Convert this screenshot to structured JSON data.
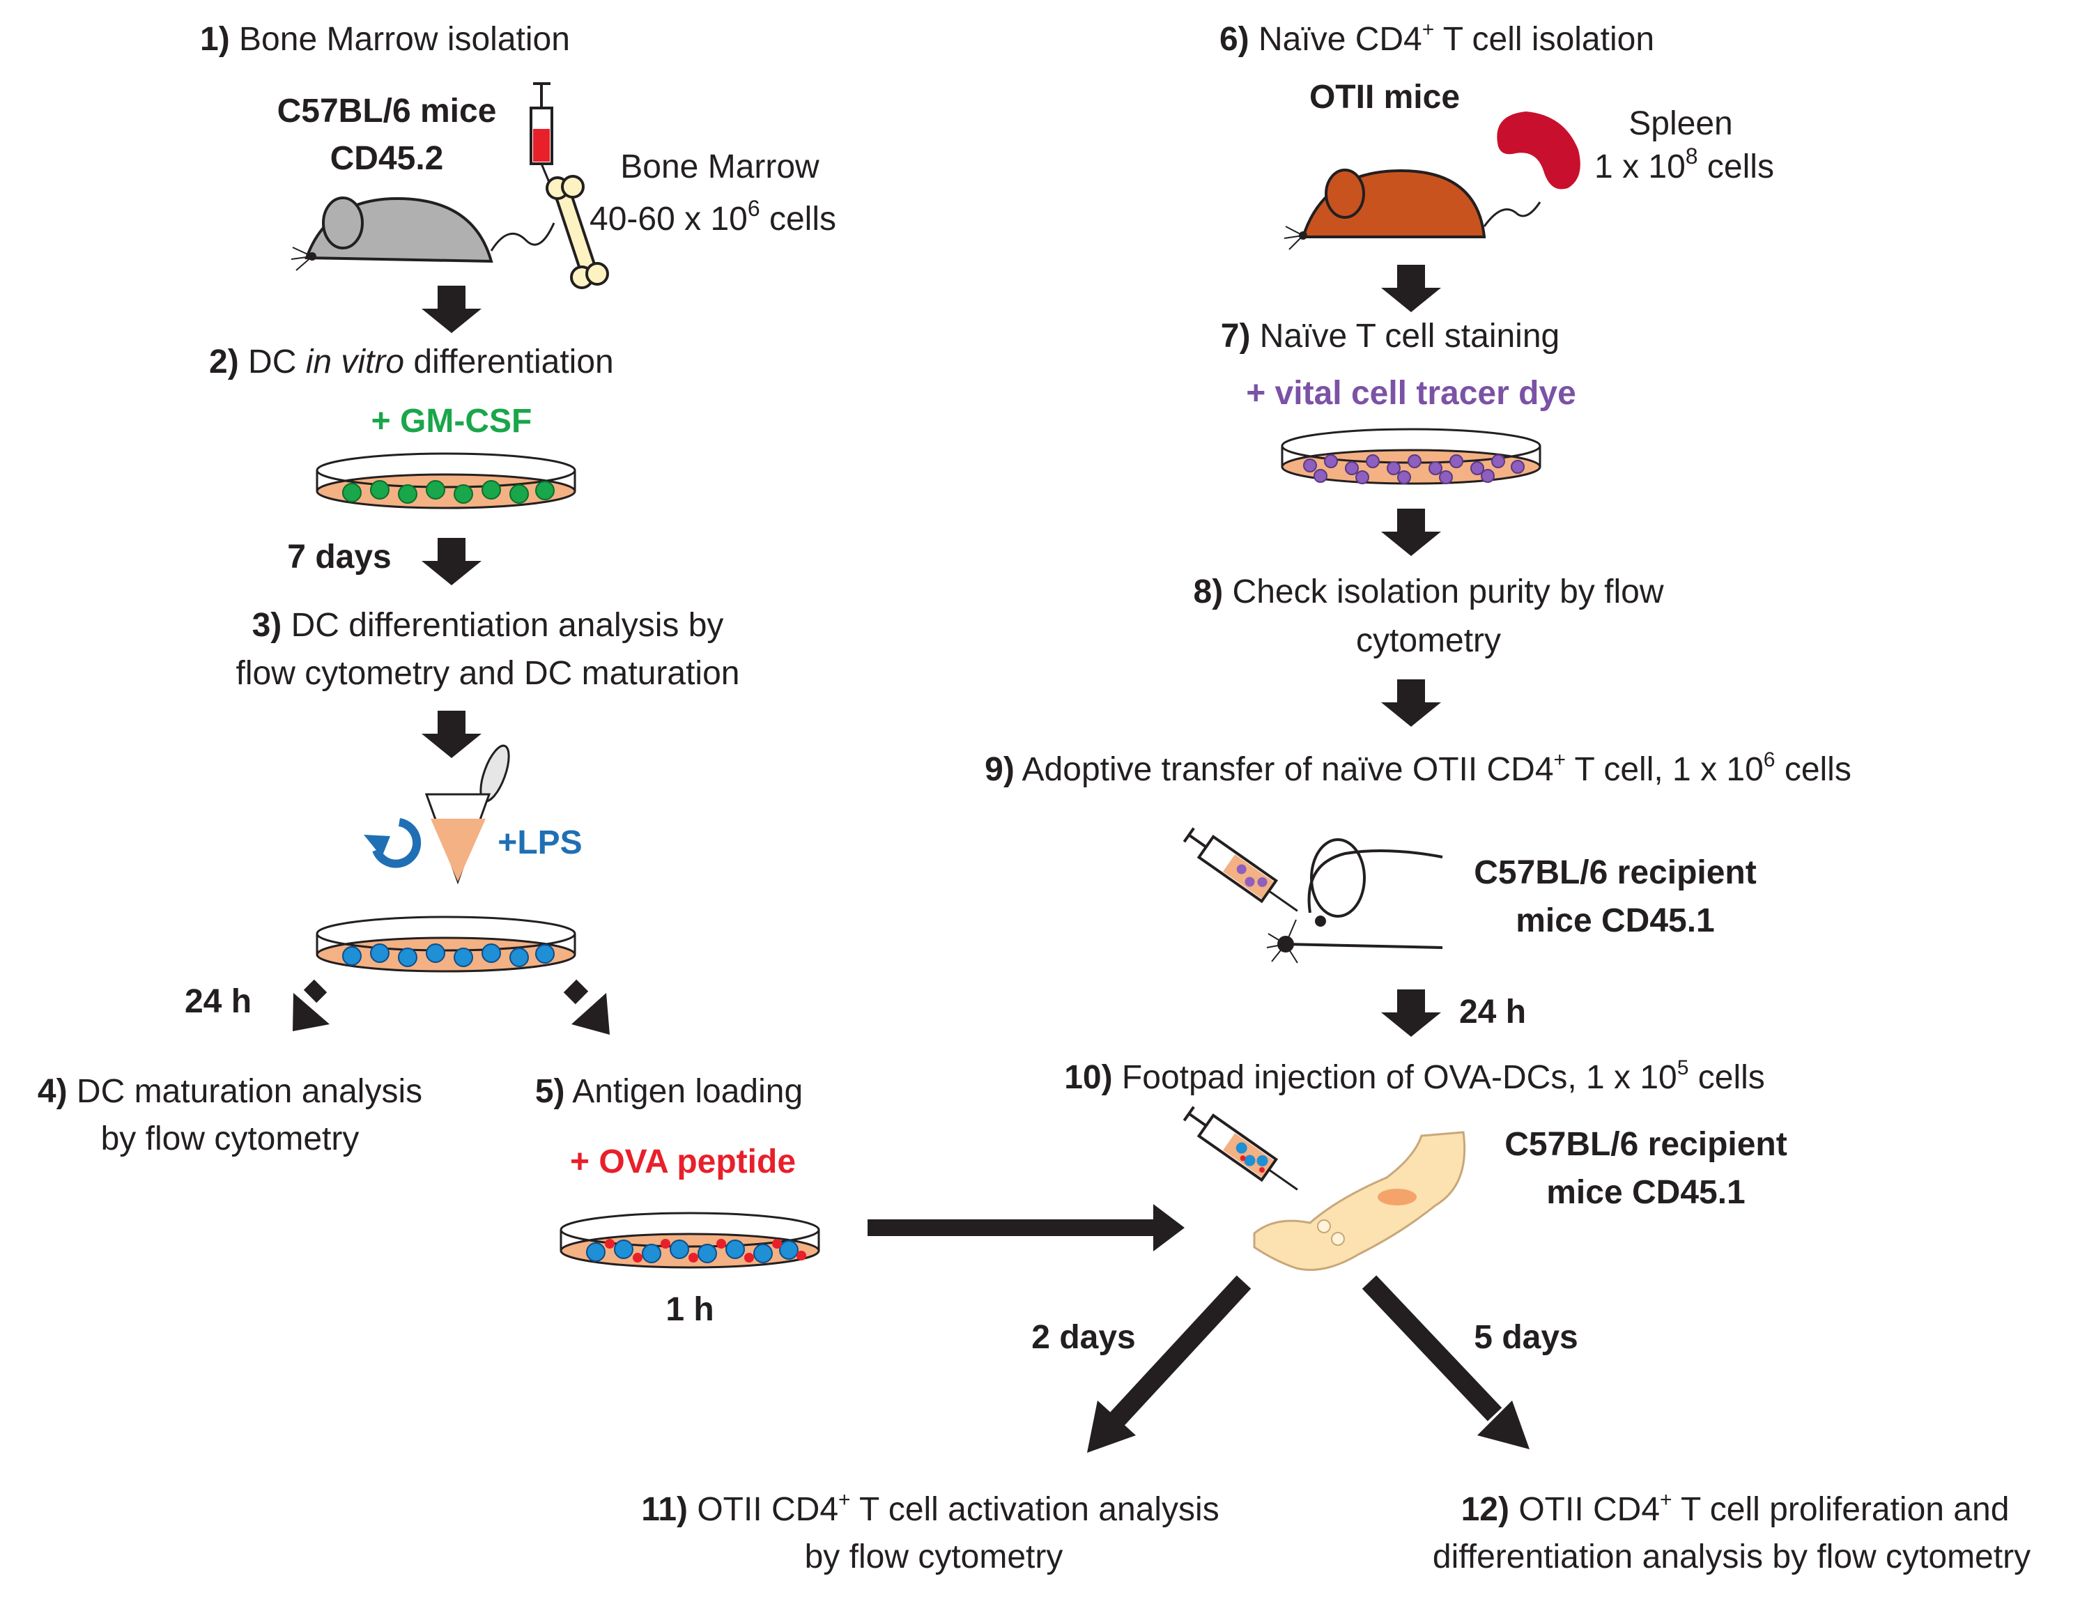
{
  "steps": {
    "s1": {
      "num": "1)",
      "text": "Bone Marrow isolation"
    },
    "s2": {
      "num": "2)",
      "pre": "DC ",
      "italic": "in vitro",
      "post": " differentiation"
    },
    "s3": {
      "num": "3)",
      "line1": "DC differentiation analysis by",
      "line2": "flow cytometry and DC maturation"
    },
    "s4": {
      "num": "4)",
      "line1": "DC maturation analysis",
      "line2": "by flow cytometry"
    },
    "s5": {
      "num": "5)",
      "text": "Antigen loading"
    },
    "s6": {
      "num": "6)",
      "pre": "Naïve CD4",
      "sup": "+",
      "post": " T cell isolation"
    },
    "s7": {
      "num": "7)",
      "text": "Naïve T cell staining"
    },
    "s8": {
      "num": "8)",
      "line1": "Check isolation purity by flow",
      "line2": "cytometry"
    },
    "s9": {
      "num": "9)",
      "pre": "Adoptive transfer of naïve OTII CD4",
      "sup": "+",
      "mid": " T cell, 1 x 10",
      "sup2": "6",
      "post": " cells"
    },
    "s10": {
      "num": "10)",
      "pre": "Footpad injection of OVA-DCs, 1 x 10",
      "sup": "5",
      "post": " cells"
    },
    "s11": {
      "num": "11)",
      "pre": "OTII CD4",
      "sup": "+",
      "post": " T cell activation analysis",
      "line2": "by flow cytometry"
    },
    "s12": {
      "num": "12)",
      "pre": "OTII CD4",
      "sup": "+",
      "post": " T cell proliferation and",
      "line2": "differentiation analysis by flow cytometry"
    }
  },
  "labels": {
    "donor_mice_line1": "C57BL/6 mice",
    "donor_mice_line2": "CD45.2",
    "bone_marrow": "Bone Marrow",
    "bm_cells_pre": "40-60 x 10",
    "bm_cells_sup": "6",
    "bm_cells_post": " cells",
    "otii_mice": "OTII mice",
    "spleen": "Spleen",
    "spleen_cells_pre": "1 x 10",
    "spleen_cells_sup": "8",
    "spleen_cells_post": " cells",
    "recipient_line1": "C57BL/6 recipient",
    "recipient_line2": "mice CD45.1",
    "recipient2_line1": "C57BL/6 recipient",
    "recipient2_line2": "mice CD45.1"
  },
  "reagents": {
    "gmcsf": "+ GM-CSF",
    "tracer": "+ vital cell tracer dye",
    "lps": "+LPS",
    "ova": "+ OVA peptide"
  },
  "durations": {
    "d7": "7 days",
    "h24_left": "24 h",
    "h1": "1 h",
    "h24_right": "24 h",
    "d2": "2 days",
    "d5": "5 days"
  },
  "colors": {
    "text": "#231f20",
    "green": "#1aa64a",
    "purple": "#7b52a5",
    "blue": "#1f6fb5",
    "red": "#e8202a",
    "medium": "#f4b183",
    "mouse_grey": "#b0b0b0",
    "mouse_brown": "#c8531f",
    "spleen": "#c8102e",
    "bone": "#fdf3c2",
    "foot": "#fbe2b0"
  }
}
